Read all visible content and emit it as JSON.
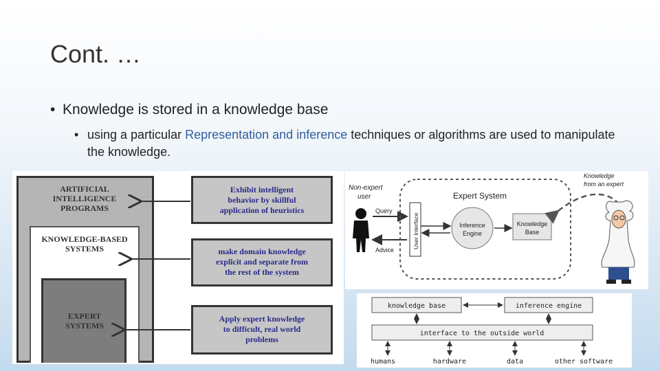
{
  "slide": {
    "title": "Cont. …",
    "bullet1": {
      "bullet": "•",
      "text": "Knowledge is stored in a knowledge base"
    },
    "bullet2": {
      "bullet": "•",
      "before": "using a particular ",
      "highlight": "Representation and inference",
      "after": " techniques or algorithms are used to manipulate the knowledge."
    },
    "colors": {
      "highlight": "#2e5e9e"
    }
  },
  "left_diagram": {
    "ai_label": [
      "ARTIFICIAL",
      "INTELLIGENCE",
      "PROGRAMS"
    ],
    "kbs_label": [
      "KNOWLEDGE-BASED",
      "SYSTEMS"
    ],
    "es_label": [
      "EXPERT",
      "SYSTEMS"
    ],
    "box1": [
      "Exhibit intelligent",
      "behavior by skillful",
      "application of heuristics"
    ],
    "box2": [
      "make domain knowledge",
      "explicit and separate from",
      "the rest of the system"
    ],
    "box3": [
      "Apply expert knowledge",
      "to difficult, real world",
      "problems"
    ]
  },
  "expert_system": {
    "knowledge_from": [
      "Knowledge",
      "from an expert"
    ],
    "non_expert": [
      "Non-expert",
      "user"
    ],
    "title": "Expert System",
    "query": "Query",
    "advice": "Advice",
    "user_interface": "User Interface",
    "inference_engine": [
      "Inference",
      "Engine"
    ],
    "knowledge_base": [
      "Knowledge",
      "Base"
    ]
  },
  "kb_diagram": {
    "knowledge_base": "knowledge base",
    "inference_engine": "inference engine",
    "interface": "interface to the outside world",
    "outputs": [
      "humans",
      "hardware",
      "data",
      "other software"
    ]
  }
}
